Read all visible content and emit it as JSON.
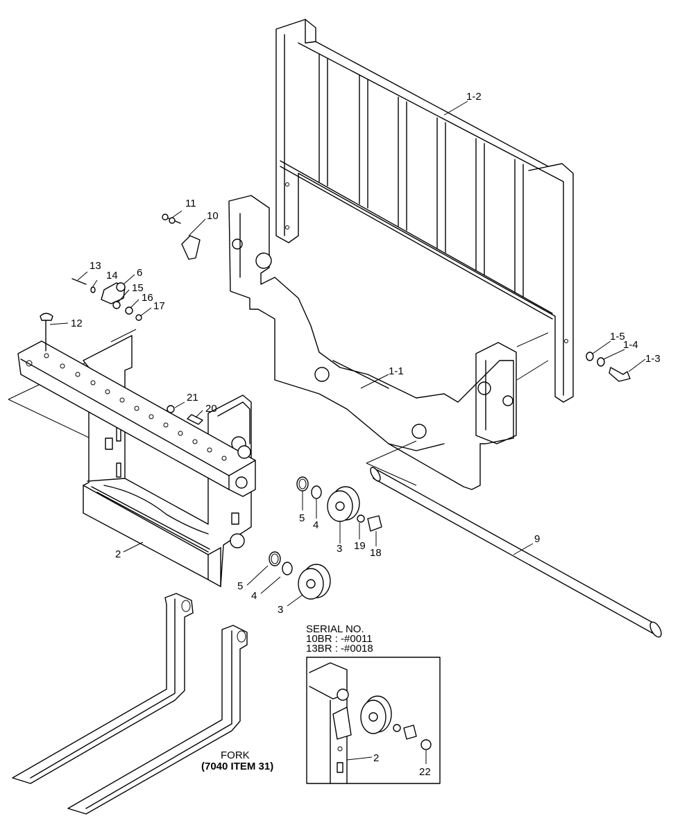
{
  "callouts": {
    "c11": "11",
    "c10": "10",
    "c13": "13",
    "c14": "14",
    "c6": "6",
    "c15": "15",
    "c16": "16",
    "c17": "17",
    "c12": "12",
    "c12b": "1-2",
    "c11b": "1-1",
    "c15b": "1-5",
    "c14b": "1-4",
    "c13b": "1-3",
    "c21": "21",
    "c20": "20",
    "c5a": "5",
    "c4a": "4",
    "c3a": "3",
    "c19": "19",
    "c18": "18",
    "c9": "9",
    "c2a": "2",
    "c5b": "5",
    "c4b": "4",
    "c3b": "3",
    "c2b": "2",
    "c22": "22"
  },
  "inset": {
    "serial_title": "SERIAL NO.",
    "serial_line1": "10BR : -#0011",
    "serial_line2": "13BR : -#0018"
  },
  "fork": {
    "line1": "FORK",
    "line2": "(7040 ITEM 31)"
  },
  "colors": {
    "line": "#000000",
    "background": "#ffffff"
  }
}
